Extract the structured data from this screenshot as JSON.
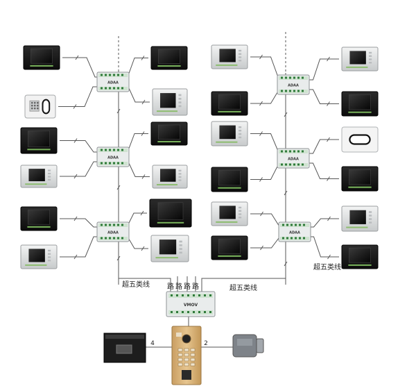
{
  "labels": {
    "cable_left": "超五类线",
    "cable_center": "超五类线",
    "cable_right": "超五类线",
    "route_chars": [
      "路",
      "路",
      "路",
      "路"
    ]
  },
  "hub_brand": "ADAA",
  "main_switch_brand": "VMOV",
  "link_numbers": {
    "left": "4",
    "right": "2"
  },
  "colors": {
    "wire": "#555555",
    "hub_body": "#e9ecec",
    "monitor_black": "#1a1a1a",
    "monitor_silver": "#d7d9da",
    "door_station": "#d8b27a",
    "lock": "#7e8389"
  }
}
